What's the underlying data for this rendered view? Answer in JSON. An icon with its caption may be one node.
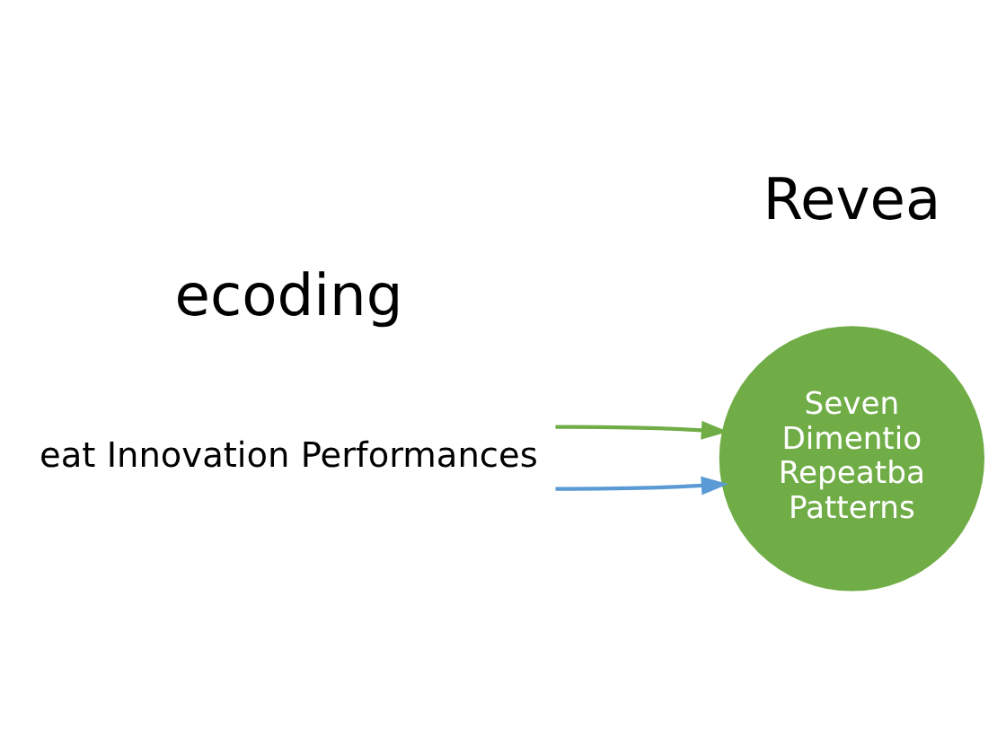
{
  "diagram": {
    "nodes": [
      {
        "text": [
          "eat Innovation Performances"
        ]
      },
      {
        "text": [
          "Seven Dimentio Repeatba Patterns"
        ]
      }
    ],
    "edges": [
      {
        "from": 0,
        "to": 1,
        "arrow": "to",
        "color": "#5b9bd5"
      },
      {
        "from": 0,
        "to": 1,
        "arrow": "to",
        "color": "#70ad47"
      }
    ],
    "labels": [
      "ecoding",
      "Revea"
    ]
  }
}
